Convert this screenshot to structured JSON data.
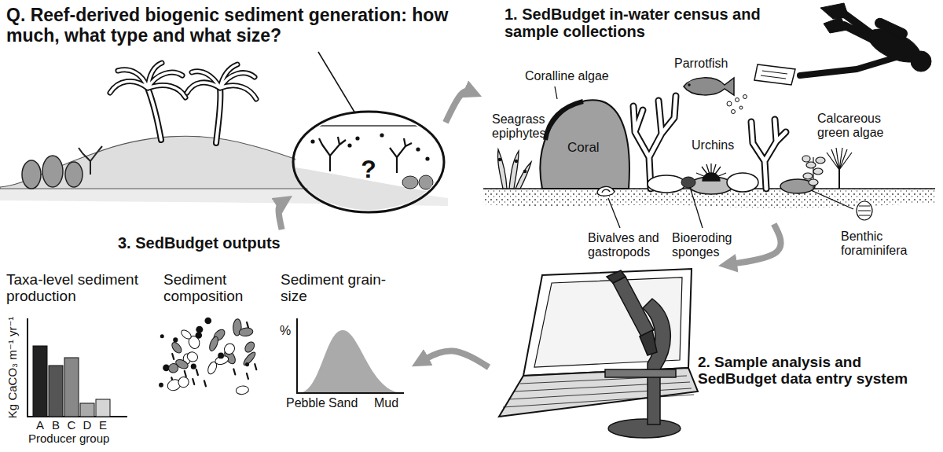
{
  "diagram": {
    "title": "Q. Reef-derived biogenic sediment generation: how much, what type and what size?",
    "nodes": [
      {
        "text": [
          "?"
        ]
      },
      {
        "text": [
          "1. SedBudget in-water census and sample collections"
        ]
      },
      {
        "text": [
          "2. Sample analysis and SedBudget data entry system"
        ]
      },
      {
        "text": [
          "3. SedBudget outputs"
        ]
      }
    ],
    "edges": [
      {
        "from": 0,
        "to": 1,
        "arrow": "to"
      },
      {
        "from": 1,
        "to": 2,
        "arrow": "to"
      },
      {
        "from": 2,
        "to": 3,
        "arrow": "to"
      },
      {
        "from": 3,
        "to": 0,
        "arrow": "to"
      }
    ],
    "labels": [
      "Coralline algae",
      "Parrotfish",
      "Seagrass epiphytes",
      "Coral",
      "Urchins",
      "Calcareous green algae",
      "Bivalves and gastropods",
      "Bioeroding sponges",
      "Benthic foraminifera",
      "Taxa-level sediment production",
      "Sediment composition",
      "Sediment grain-size",
      "Kg CaCO₃ m⁻¹ yr⁻¹",
      "A",
      "B",
      "C",
      "D",
      "E",
      "Producer group",
      "%",
      "Pebble",
      "Sand",
      "Mud"
    ]
  }
}
